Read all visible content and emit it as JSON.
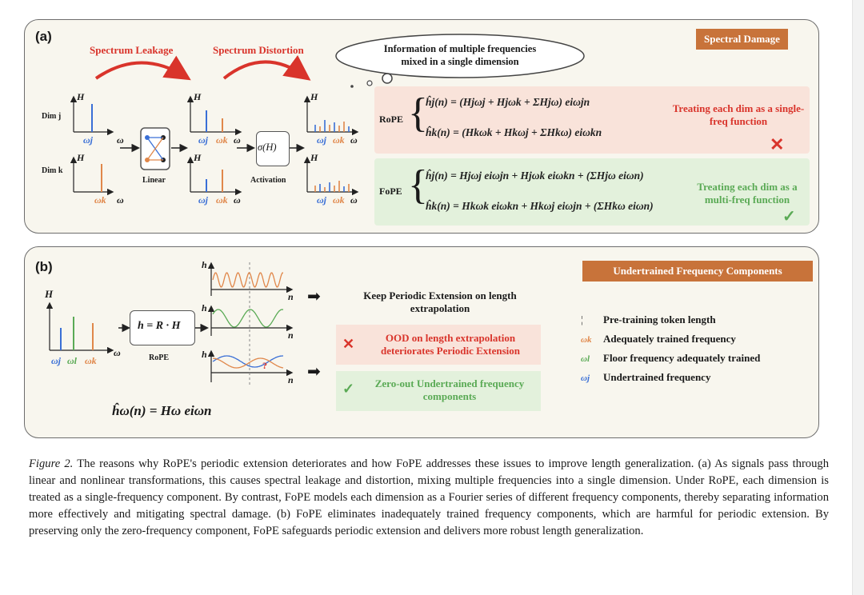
{
  "panel_a": {
    "label": "(a)",
    "tag": "Spectral Damage",
    "leakage": "Spectrum Leakage",
    "distortion": "Spectrum Distortion",
    "cloud": "Information of multiple frequencies mixed in a single dimension",
    "dim_j": "Dim j",
    "dim_k": "Dim k",
    "axis_h": "H",
    "omega": "ω",
    "omega_j": "ωj",
    "omega_k": "ωk",
    "linear": "Linear",
    "activation": "Activation",
    "sigma": "σ(H)",
    "rope_label": "RoPE",
    "fope_label": "FoPE",
    "rope_eq1": "ĥj(n) = (Hjωj + Hjωk + ΣHjω) eiωjn",
    "rope_eq2": "ĥk(n) = (Hkωk + Hkωj + ΣHkω) eiωkn",
    "fope_eq1": "ĥj(n) = Hjωj eiωjn + Hjωk eiωkn + (ΣHjω eiωn)",
    "fope_eq2": "ĥk(n) = Hkωk eiωkn + Hkωj eiωjn + (ΣHkω eiωn)",
    "rope_note": "Treating each dim as a single-freq function",
    "fope_note": "Treating each dim as a multi-freq function"
  },
  "panel_b": {
    "label": "(b)",
    "tag": "Undertrained Frequency Components",
    "axis_H": "H",
    "axis_h": "h",
    "n": "n",
    "omega": "ω",
    "omega_j": "ωj",
    "omega_l": "ωl",
    "omega_k": "ωk",
    "rope_box": "h = R · H",
    "rope_label": "RoPE",
    "formula": "ĥω(n) = Hω eiωn",
    "keep": "Keep Periodic Extension on length extrapolation",
    "ood": "OOD on length extrapolation deteriorates Periodic Extension",
    "zero": "Zero-out Undertrained frequency components",
    "question": "?",
    "legend": [
      {
        "symbol": "¦",
        "text": "Pre-training token length"
      },
      {
        "symbol": "ωk",
        "text": "Adequately trained frequency"
      },
      {
        "symbol": "ωl",
        "text": "Floor frequency adequately trained"
      },
      {
        "symbol": "ωj",
        "text": "Undertrained frequency"
      }
    ]
  },
  "caption": {
    "label": "Figure 2.",
    "text": "The reasons why RoPE's periodic extension deteriorates and how FoPE addresses these issues to improve length generalization. (a) As signals pass through linear and nonlinear transformations, this causes spectral leakage and distortion, mixing multiple frequencies into a single dimension. Under RoPE, each dimension is treated as a single-frequency component. By contrast, FoPE models each dimension as a Fourier series of different frequency components, thereby separating information more effectively and mitigating spectral damage. (b) FoPE eliminates inadequately trained frequency components, which are harmful for periodic extension. By preserving only the zero-frequency component, FoPE safeguards periodic extension and delivers more robust length generalization."
  },
  "colors": {
    "blue": "#3a6fd6",
    "orange": "#e0874a",
    "green": "#5aaa55",
    "red": "#d9342b",
    "tag": "#c8733a",
    "pink": "#f9e3da",
    "mint": "#e3f1dc"
  }
}
